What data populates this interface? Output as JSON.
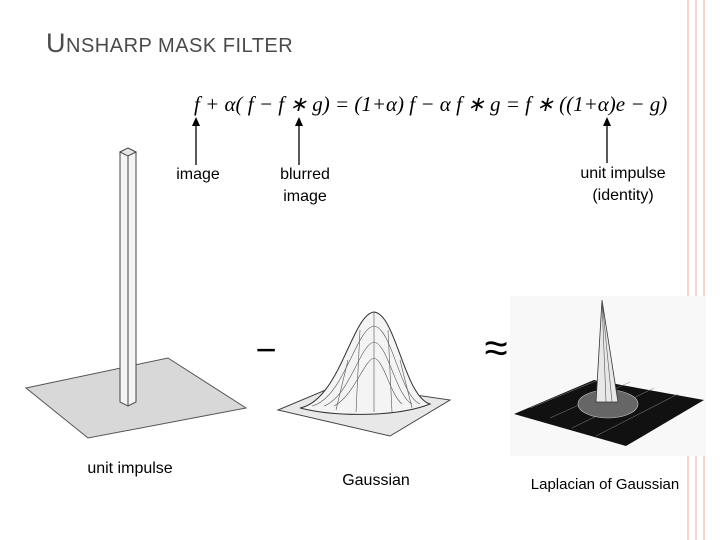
{
  "title": {
    "first_letter": "U",
    "rest": "NSHARP MASK FILTER"
  },
  "formula": "f + α( f − f ∗ g) = (1+α) f − α f ∗ g = f ∗ ((1+α)e − g)",
  "labels": {
    "image": "image",
    "blurred_image": [
      "blurred",
      "image"
    ],
    "unit_impulse_identity": [
      "unit impulse",
      "(identity)"
    ],
    "unit_impulse": "unit impulse",
    "gaussian": "Gaussian",
    "laplacian_of_gaussian": "Laplacian of Gaussian"
  },
  "operators": {
    "minus": "−",
    "approx": "≈"
  },
  "colors": {
    "title": "#4a4a4a",
    "decoration": "#f2c9b8",
    "surface": "#d8d8d8"
  }
}
